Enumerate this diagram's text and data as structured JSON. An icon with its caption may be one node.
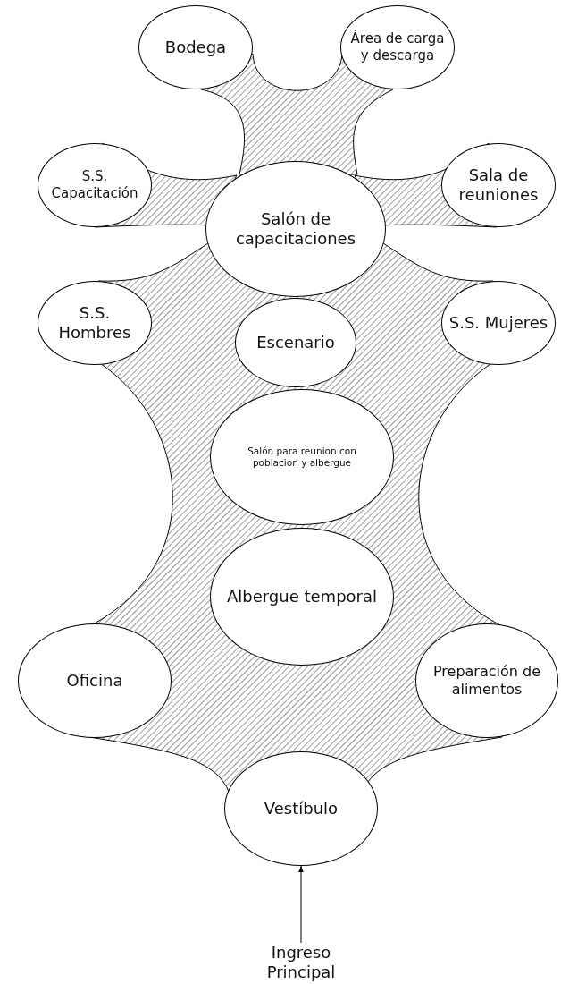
{
  "diagram": {
    "nodes": [
      {
        "text": [
          "Bodega"
        ]
      },
      {
        "text": [
          "Área de carga y descarga"
        ]
      },
      {
        "text": [
          "S.S. Capacitación"
        ]
      },
      {
        "text": [
          "Salón de capacitaciones"
        ]
      },
      {
        "text": [
          "Sala de reuniones"
        ]
      },
      {
        "text": [
          "S.S. Hombres"
        ]
      },
      {
        "text": [
          "Escenario"
        ]
      },
      {
        "text": [
          "S.S. Mujeres"
        ]
      },
      {
        "text": [
          "Salón para reunion con poblacion y albergue"
        ]
      },
      {
        "text": [
          "Albergue temporal"
        ]
      },
      {
        "text": [
          "Oficina"
        ]
      },
      {
        "text": [
          "Preparación de alimentos"
        ]
      },
      {
        "text": [
          "Vestíbulo"
        ]
      },
      {
        "text": [
          "Ingreso Principal"
        ]
      }
    ],
    "edges": [
      {
        "from": 13,
        "to": 12,
        "arrow": "to"
      }
    ]
  }
}
